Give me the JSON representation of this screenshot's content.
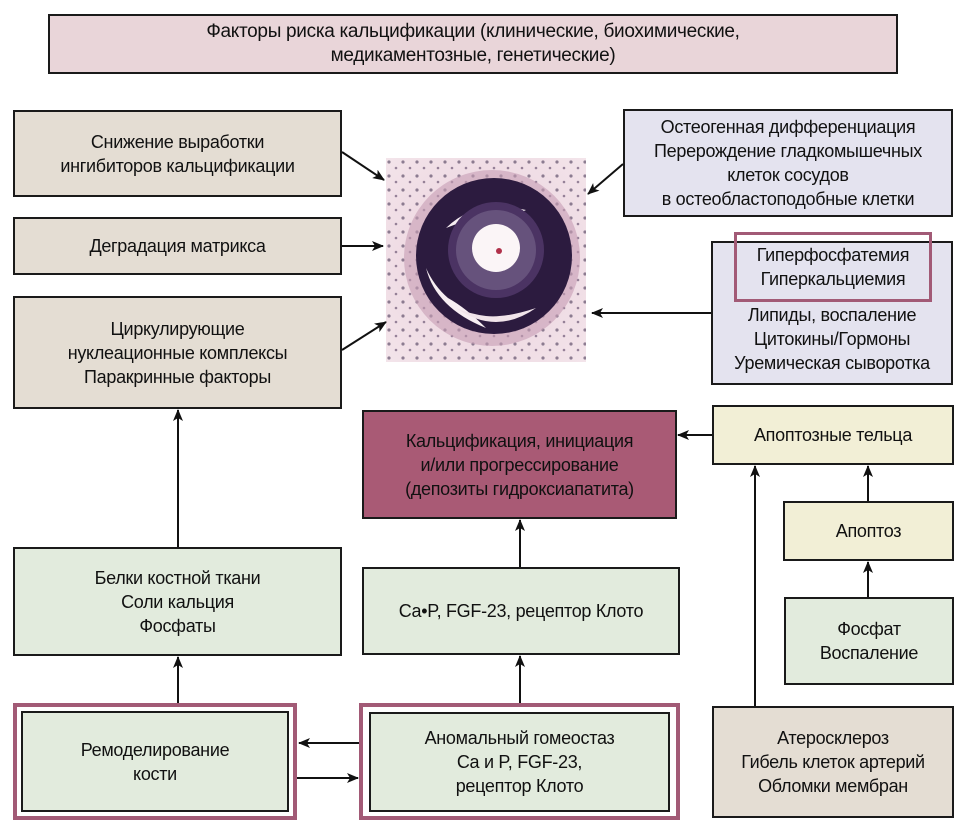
{
  "header": {
    "lines": [
      "Факторы риска кальцификации (клинические, биохимические,",
      "медикаментозные, генетические)"
    ]
  },
  "left_column": {
    "inhibitors": [
      "Снижение выработки",
      "ингибиторов кальцификации"
    ],
    "matrix": [
      "Деградация матрикса"
    ],
    "circulating": [
      "Циркулирующие",
      "нуклеационные комплексы",
      "Паракринные факторы"
    ],
    "bone_proteins": [
      "Белки костной ткани",
      "Соли кальция",
      "Фосфаты"
    ],
    "remodeling": [
      "Ремоделирование",
      "кости"
    ]
  },
  "center_column": {
    "image_label": "histology-micrograph-calcified-artery",
    "calcification": [
      "Кальцификация, инициация",
      "и/или прогрессирование",
      "(депозиты гидроксиапатита)"
    ],
    "ca_p": [
      "Ca•P, FGF-23, рецептор Клото"
    ],
    "homeostasis": [
      "Аномальный гомеостаз",
      "Ca и P, FGF-23,",
      "рецептор Клото"
    ]
  },
  "right_column": {
    "osteogenic": [
      "Остеогенная дифференциация",
      "Перерождение гладкомышечных",
      "клеток сосудов",
      "в остеобластоподобные клетки"
    ],
    "hyper_highlight": [
      "Гиперфосфатемия",
      "Гиперкальциемия"
    ],
    "hyper_rest": [
      "Липиды, воспаление",
      "Цитокины/Гормоны",
      "Уремическая сыворотка"
    ],
    "apoptotic_bodies": [
      "Апоптозные тельца"
    ],
    "apoptosis": [
      "Апоптоз"
    ],
    "phosphate": [
      "Фосфат",
      "Воспаление"
    ],
    "atherosclerosis": [
      "Атеросклероз",
      "Гибель клеток артерий",
      "Обломки мембран"
    ]
  },
  "colors": {
    "tan": "#e4ddd3",
    "lavender": "#e4e3ef",
    "green": "#e2ebdd",
    "cream": "#f2efd6",
    "header_pink": "#e9d5d9",
    "calcification_magenta": "#a95a75",
    "highlight_frame": "#a25a76"
  }
}
